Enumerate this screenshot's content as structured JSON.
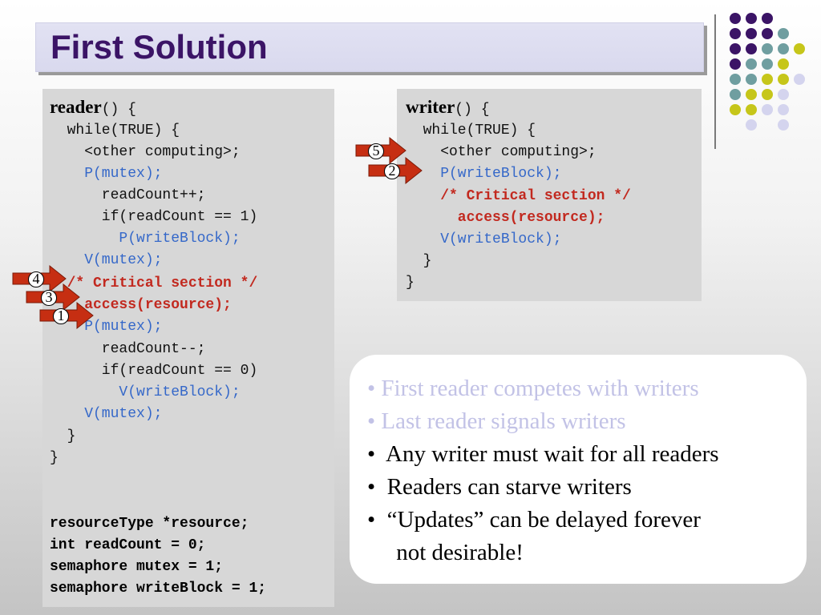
{
  "title": "First Solution",
  "reader": {
    "lines": [
      {
        "text": "reader",
        "suffix": "() {"
      },
      {
        "text": "  while(TRUE) {"
      },
      {
        "text": "    <other computing>;"
      },
      {
        "text": "    P(mutex);"
      },
      {
        "text": "      readCount++;"
      },
      {
        "text": "      if(readCount == 1)"
      },
      {
        "text": "        P(writeBlock);"
      },
      {
        "text": "    V(mutex);"
      },
      {
        "text": "  /* Critical section */"
      },
      {
        "text": "    access(resource);"
      },
      {
        "text": "    P(mutex);"
      },
      {
        "text": "      readCount--;"
      },
      {
        "text": "      if(readCount == 0)"
      },
      {
        "text": "        V(writeBlock);"
      },
      {
        "text": "    V(mutex);"
      },
      {
        "text": "  }"
      },
      {
        "text": "}"
      }
    ],
    "declarations": [
      "resourceType *resource;",
      "int readCount = 0;",
      "semaphore mutex = 1;",
      "semaphore writeBlock = 1;"
    ]
  },
  "writer": {
    "lines": [
      {
        "text": "writer",
        "suffix": "() {"
      },
      {
        "text": "  while(TRUE) {"
      },
      {
        "text": "    <other computing>;"
      },
      {
        "text": "    P(writeBlock);"
      },
      {
        "text": "    /* Critical section */"
      },
      {
        "text": "      access(resource);"
      },
      {
        "text": "    V(writeBlock);"
      },
      {
        "text": "  }"
      },
      {
        "text": "}"
      }
    ]
  },
  "markers": [
    "4",
    "3",
    "1",
    "5",
    "2"
  ],
  "notes": {
    "items": [
      "• First reader competes with writers",
      "• Last reader signals writers",
      "•  Any writer must wait for all readers",
      "•  Readers can starve writers",
      "•  “Updates” can be delayed forever",
      "     not desirable!"
    ]
  },
  "colors": {
    "title": "#3b1466",
    "code_blue": "#3568c9",
    "code_red": "#c2291f",
    "faded_bullet": "#c2c2e6",
    "arrow_fill": "#c62e12",
    "dot_purple": "#3b1466",
    "dot_teal": "#6f9ea0",
    "dot_yellow": "#c6c61a",
    "dot_lavender": "#d4d4ee"
  }
}
